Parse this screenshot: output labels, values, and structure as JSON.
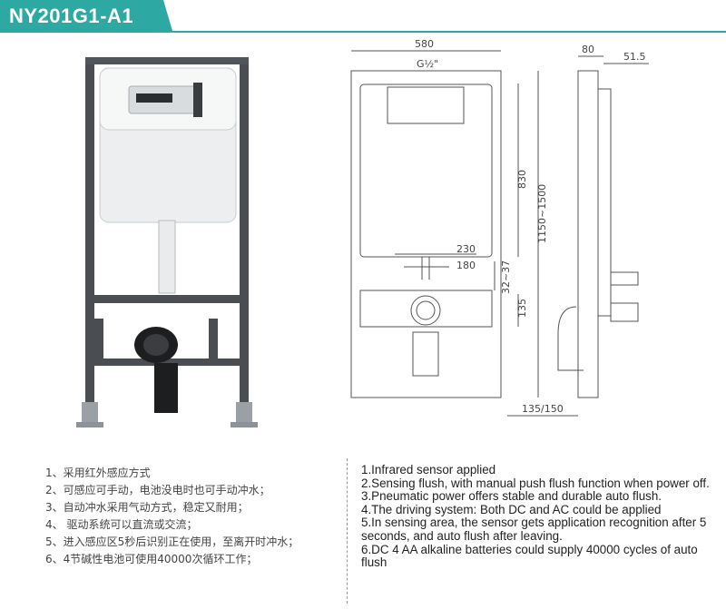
{
  "header": {
    "model": "NY201G1-A1",
    "accent_color": "#2ea8a2"
  },
  "drawing": {
    "width_580": "580",
    "thread": "G½\"",
    "d80": "80",
    "d51_5": "51.5",
    "h830": "830",
    "h1150_1500": "1150~1500",
    "d32_37": "32~37",
    "d230": "230",
    "d180": "180",
    "d135": "135",
    "d135_150": "135/150"
  },
  "features_cn": [
    "1、采用红外感应方式",
    "2、可感应可手动，电池没电时也可手动冲水；",
    "3、自动冲水采用气动方式，稳定又耐用；",
    "4、 驱动系统可以直流或交流；",
    "5、进入感应区5秒后识别正在使用，至离开时冲水；",
    "6、4节碱性电池可使用40000次循环工作；"
  ],
  "features_en": [
    "1.Infrared sensor applied",
    "2.Sensing flush, with manual push flush function when power off.",
    "3.Pneumatic power offers stable and durable auto flush.",
    "4.The driving system: Both DC and AC could be applied",
    "5.In sensing area, the sensor gets application recognition after 5 seconds, and auto flush after leaving.",
    "6.DC 4 AA alkaline batteries could supply 40000 cycles of auto flush"
  ]
}
